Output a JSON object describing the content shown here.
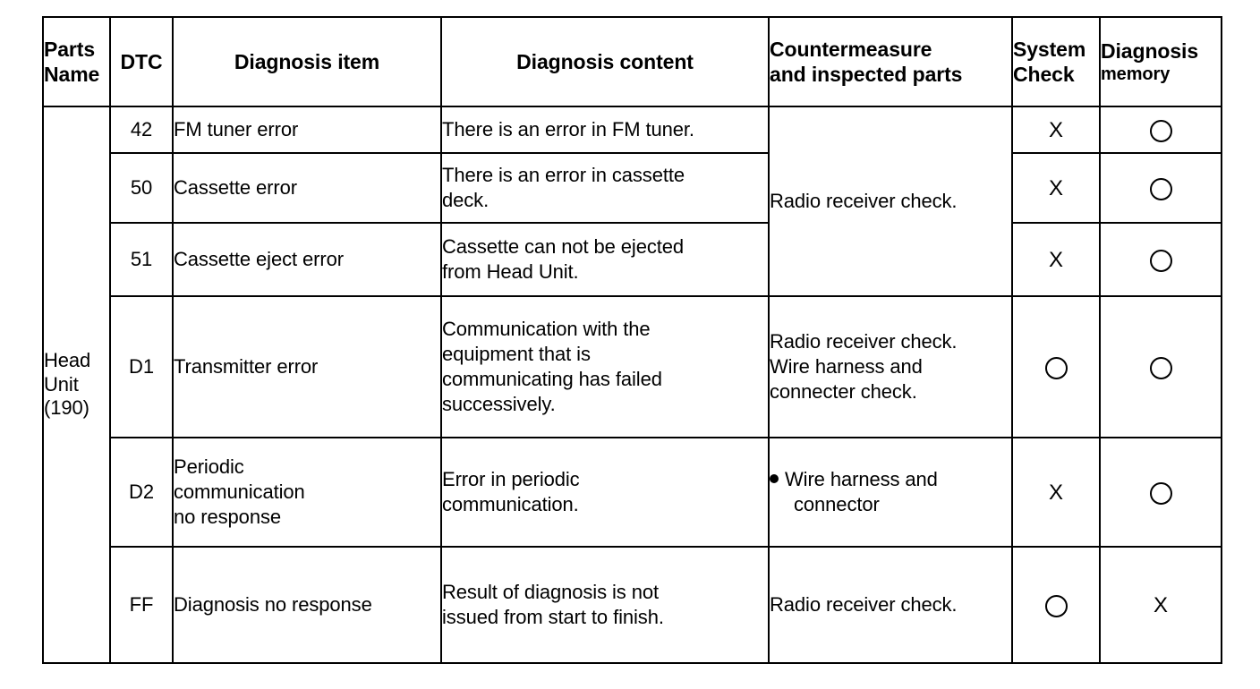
{
  "table": {
    "headers": {
      "parts_name": {
        "line1": "Parts",
        "line2": "Name"
      },
      "dtc": "DTC",
      "diagnosis_item": "Diagnosis item",
      "diagnosis_content": "Diagnosis content",
      "countermeasure": {
        "line1": "Countermeasure",
        "line2": "and inspected parts"
      },
      "system_check": {
        "line1": "System",
        "line2": "Check"
      },
      "diagnosis_memory": {
        "line1": "Diagnosis",
        "line2": "memory"
      }
    },
    "parts_name_cell": {
      "line1": "Head",
      "line2": "Unit",
      "line3": "(190)"
    },
    "marks": {
      "circle": "O",
      "cross": "X"
    },
    "rows": [
      {
        "dtc": "42",
        "item": "FM tuner error",
        "content": {
          "line1": "There is an error in FM tuner."
        },
        "system_check": "X",
        "diagnosis_memory": "O"
      },
      {
        "dtc": "50",
        "item": "Cassette error",
        "content": {
          "line1": "There is an error in cassette",
          "line2": "deck."
        },
        "system_check": "X",
        "diagnosis_memory": "O"
      },
      {
        "dtc": "51",
        "item": "Cassette eject error",
        "content": {
          "line1": "Cassette can not be ejected",
          "line2": "from Head Unit."
        },
        "system_check": "X",
        "diagnosis_memory": "O"
      },
      {
        "dtc": "D1",
        "item": "Transmitter error",
        "content": {
          "line1": "Communication with the",
          "line2": "equipment that is",
          "line3": "communicating has failed",
          "line4": "successively."
        },
        "countermeasure": {
          "line1": "Radio receiver check.",
          "line2": "Wire harness and",
          "line3": "connecter check."
        },
        "system_check": "O",
        "diagnosis_memory": "O"
      },
      {
        "dtc": "D2",
        "item": {
          "line1": "Periodic",
          "line2": "communication",
          "line3": "no response"
        },
        "content": {
          "line1": "Error in periodic",
          "line2": "communication."
        },
        "countermeasure": {
          "line1": "Wire harness and",
          "line2": "connector"
        },
        "system_check": "X",
        "diagnosis_memory": "O"
      },
      {
        "dtc": "FF",
        "item": "Diagnosis no response",
        "content": {
          "line1": "Result of diagnosis is not",
          "line2": "issued from start to finish."
        },
        "countermeasure": {
          "line1": "Radio receiver check."
        },
        "system_check": "O",
        "diagnosis_memory": "X"
      }
    ],
    "merged_countermeasure_top": "Radio receiver check."
  }
}
